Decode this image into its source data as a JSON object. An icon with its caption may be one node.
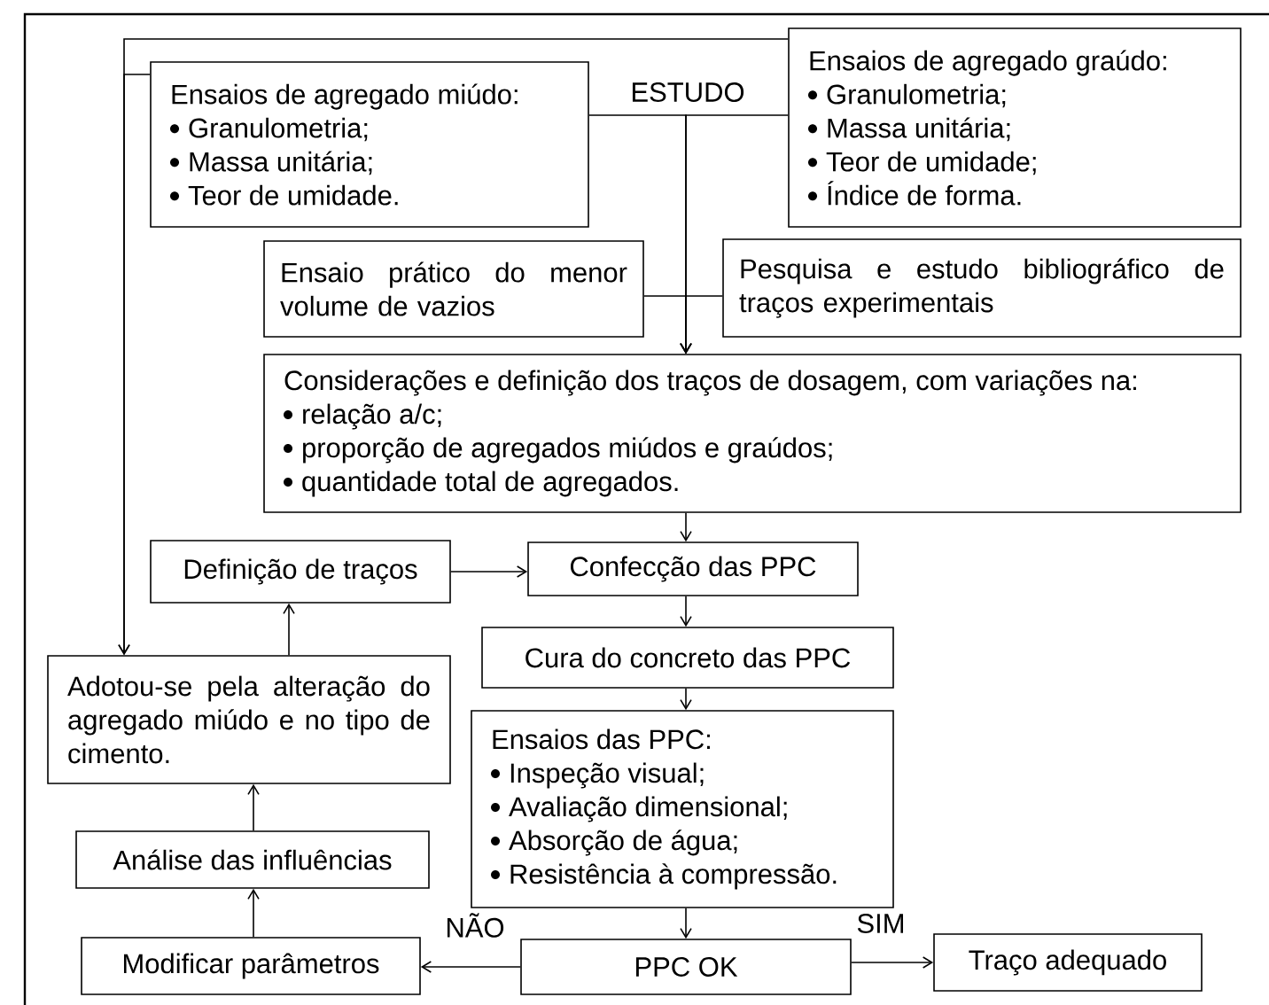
{
  "diagram": {
    "nodes": [
      {
        "text": [
          "Ensaios de agregado miúdo:",
          "Granulometria;",
          "Massa unitária;",
          "Teor de umidade."
        ]
      },
      {
        "text": [
          "ESTUDO"
        ]
      },
      {
        "text": [
          "Ensaios de agregado graúdo:",
          "Granulometria;",
          "Massa unitária;",
          "Teor de umidade;",
          "Índice de forma."
        ]
      },
      {
        "text": [
          "Ensaio prático do menor volume de vazios"
        ]
      },
      {
        "text": [
          "Pesquisa e estudo bibliográfico de traços experimentais"
        ]
      },
      {
        "text": [
          "Considerações e definição dos traços de dosagem, com variações na:",
          "relação a/c;",
          "proporção de agregados miúdos e graúdos;",
          "quantidade total de agregados."
        ]
      },
      {
        "text": [
          "Definição de traços"
        ]
      },
      {
        "text": [
          "Confecção das PPC"
        ]
      },
      {
        "text": [
          "Cura do concreto das PPC"
        ]
      },
      {
        "text": [
          "Adotou-se pela alteração do agregado miúdo e no tipo de cimento."
        ]
      },
      {
        "text": [
          "Ensaios das PPC:",
          "Inspeção visual;",
          "Avaliação dimensional;",
          "Absorção de água;",
          "Resistência à compressão."
        ]
      },
      {
        "text": [
          "Análise das influências"
        ]
      },
      {
        "text": [
          "Modificar parâmetros"
        ]
      },
      {
        "text": [
          "PPC OK"
        ]
      },
      {
        "text": [
          "Traço adequado"
        ]
      }
    ],
    "edges": [
      {
        "from": 0,
        "to": 5,
        "arrow": "to"
      },
      {
        "from": 2,
        "to": 5,
        "arrow": "to"
      },
      {
        "from": 3,
        "to": 5,
        "arrow": "to"
      },
      {
        "from": 4,
        "to": 5,
        "arrow": "to"
      },
      {
        "from": 0,
        "to": 9,
        "arrow": "to"
      },
      {
        "from": 2,
        "to": 9,
        "arrow": "to"
      },
      {
        "from": 5,
        "to": 7,
        "arrow": "to"
      },
      {
        "from": 6,
        "to": 7,
        "arrow": "to"
      },
      {
        "from": 7,
        "to": 8,
        "arrow": "to"
      },
      {
        "from": 8,
        "to": 10,
        "arrow": "to"
      },
      {
        "from": 10,
        "to": 13,
        "arrow": "to"
      },
      {
        "from": 13,
        "to": 12,
        "arrow": "to",
        "label": "NÃO"
      },
      {
        "from": 13,
        "to": 14,
        "arrow": "to",
        "label": "SIM"
      },
      {
        "from": 12,
        "to": 11,
        "arrow": "to"
      },
      {
        "from": 11,
        "to": 9,
        "arrow": "to"
      },
      {
        "from": 9,
        "to": 6,
        "arrow": "to"
      }
    ]
  }
}
